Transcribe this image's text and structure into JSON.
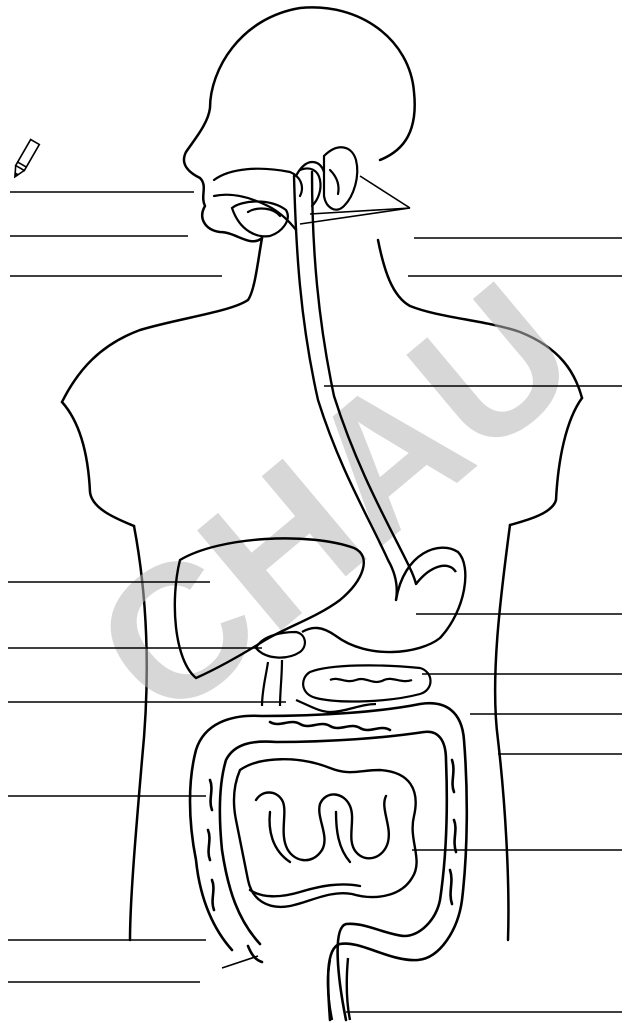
{
  "diagram": {
    "subject": "",
    "labels_blank": true,
    "watermark": {
      "text": "CHAU",
      "color": "#bdbdbd"
    },
    "label_lines_left": [
      {
        "id": "mouth"
      },
      {
        "id": "tongue"
      },
      {
        "id": "pharynx"
      },
      {
        "id": "liver"
      },
      {
        "id": "gallbladder"
      },
      {
        "id": "duodenum"
      },
      {
        "id": "ascending-colon"
      },
      {
        "id": "cecum"
      },
      {
        "id": "appendix"
      }
    ],
    "label_lines_right": [
      {
        "id": "salivary-glands"
      },
      {
        "id": "epiglottis"
      },
      {
        "id": "esophagus"
      },
      {
        "id": "stomach"
      },
      {
        "id": "pancreas"
      },
      {
        "id": "transverse-colon"
      },
      {
        "id": "descending-colon"
      },
      {
        "id": "small-intestine"
      },
      {
        "id": "rectum-anus"
      }
    ],
    "pencil_icon": "pencil-icon"
  }
}
